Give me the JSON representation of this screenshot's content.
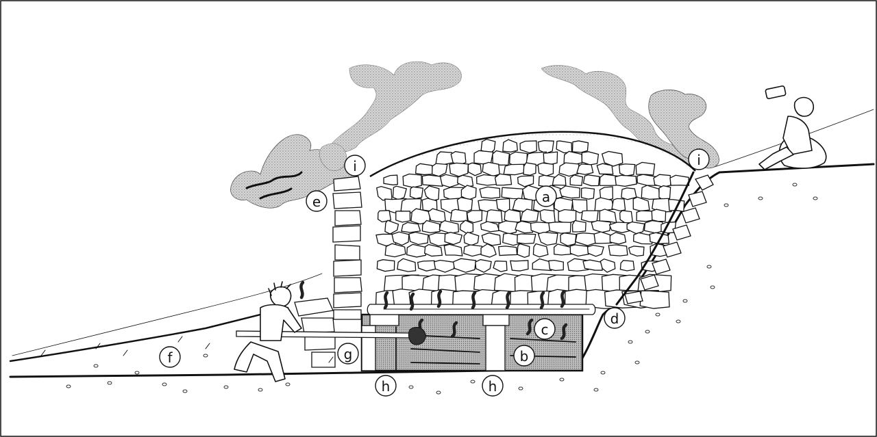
{
  "figure": {
    "type": "cross-section illustration",
    "labels": [
      {
        "id": "a",
        "text": "a"
      },
      {
        "id": "b",
        "text": "b"
      },
      {
        "id": "c",
        "text": "c"
      },
      {
        "id": "d",
        "text": "d"
      },
      {
        "id": "e",
        "text": "e"
      },
      {
        "id": "f",
        "text": "f"
      },
      {
        "id": "g",
        "text": "g"
      },
      {
        "id": "h1",
        "text": "h"
      },
      {
        "id": "h2",
        "text": "h"
      },
      {
        "id": "i1",
        "text": "i"
      },
      {
        "id": "i2",
        "text": "i"
      }
    ]
  }
}
